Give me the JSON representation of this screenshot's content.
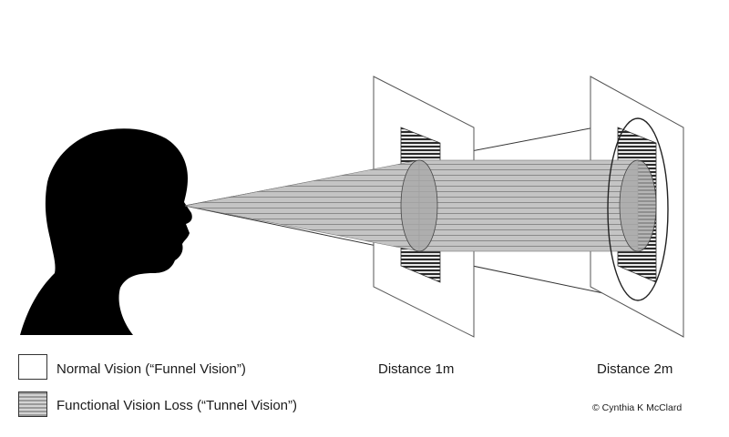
{
  "legend": {
    "normal_label": "Normal Vision (“Funnel Vision”)",
    "functional_label": "Functional Vision Loss (“Tunnel Vision”)"
  },
  "distances": {
    "first": "Distance 1m",
    "second": "Distance 2m"
  },
  "copyright": "© Cynthia K McClard",
  "colors": {
    "silhouette": "#000000",
    "tunnel_fill": "#bdbdbd",
    "tunnel_line": "#8a8a8a",
    "outline": "#333333"
  }
}
